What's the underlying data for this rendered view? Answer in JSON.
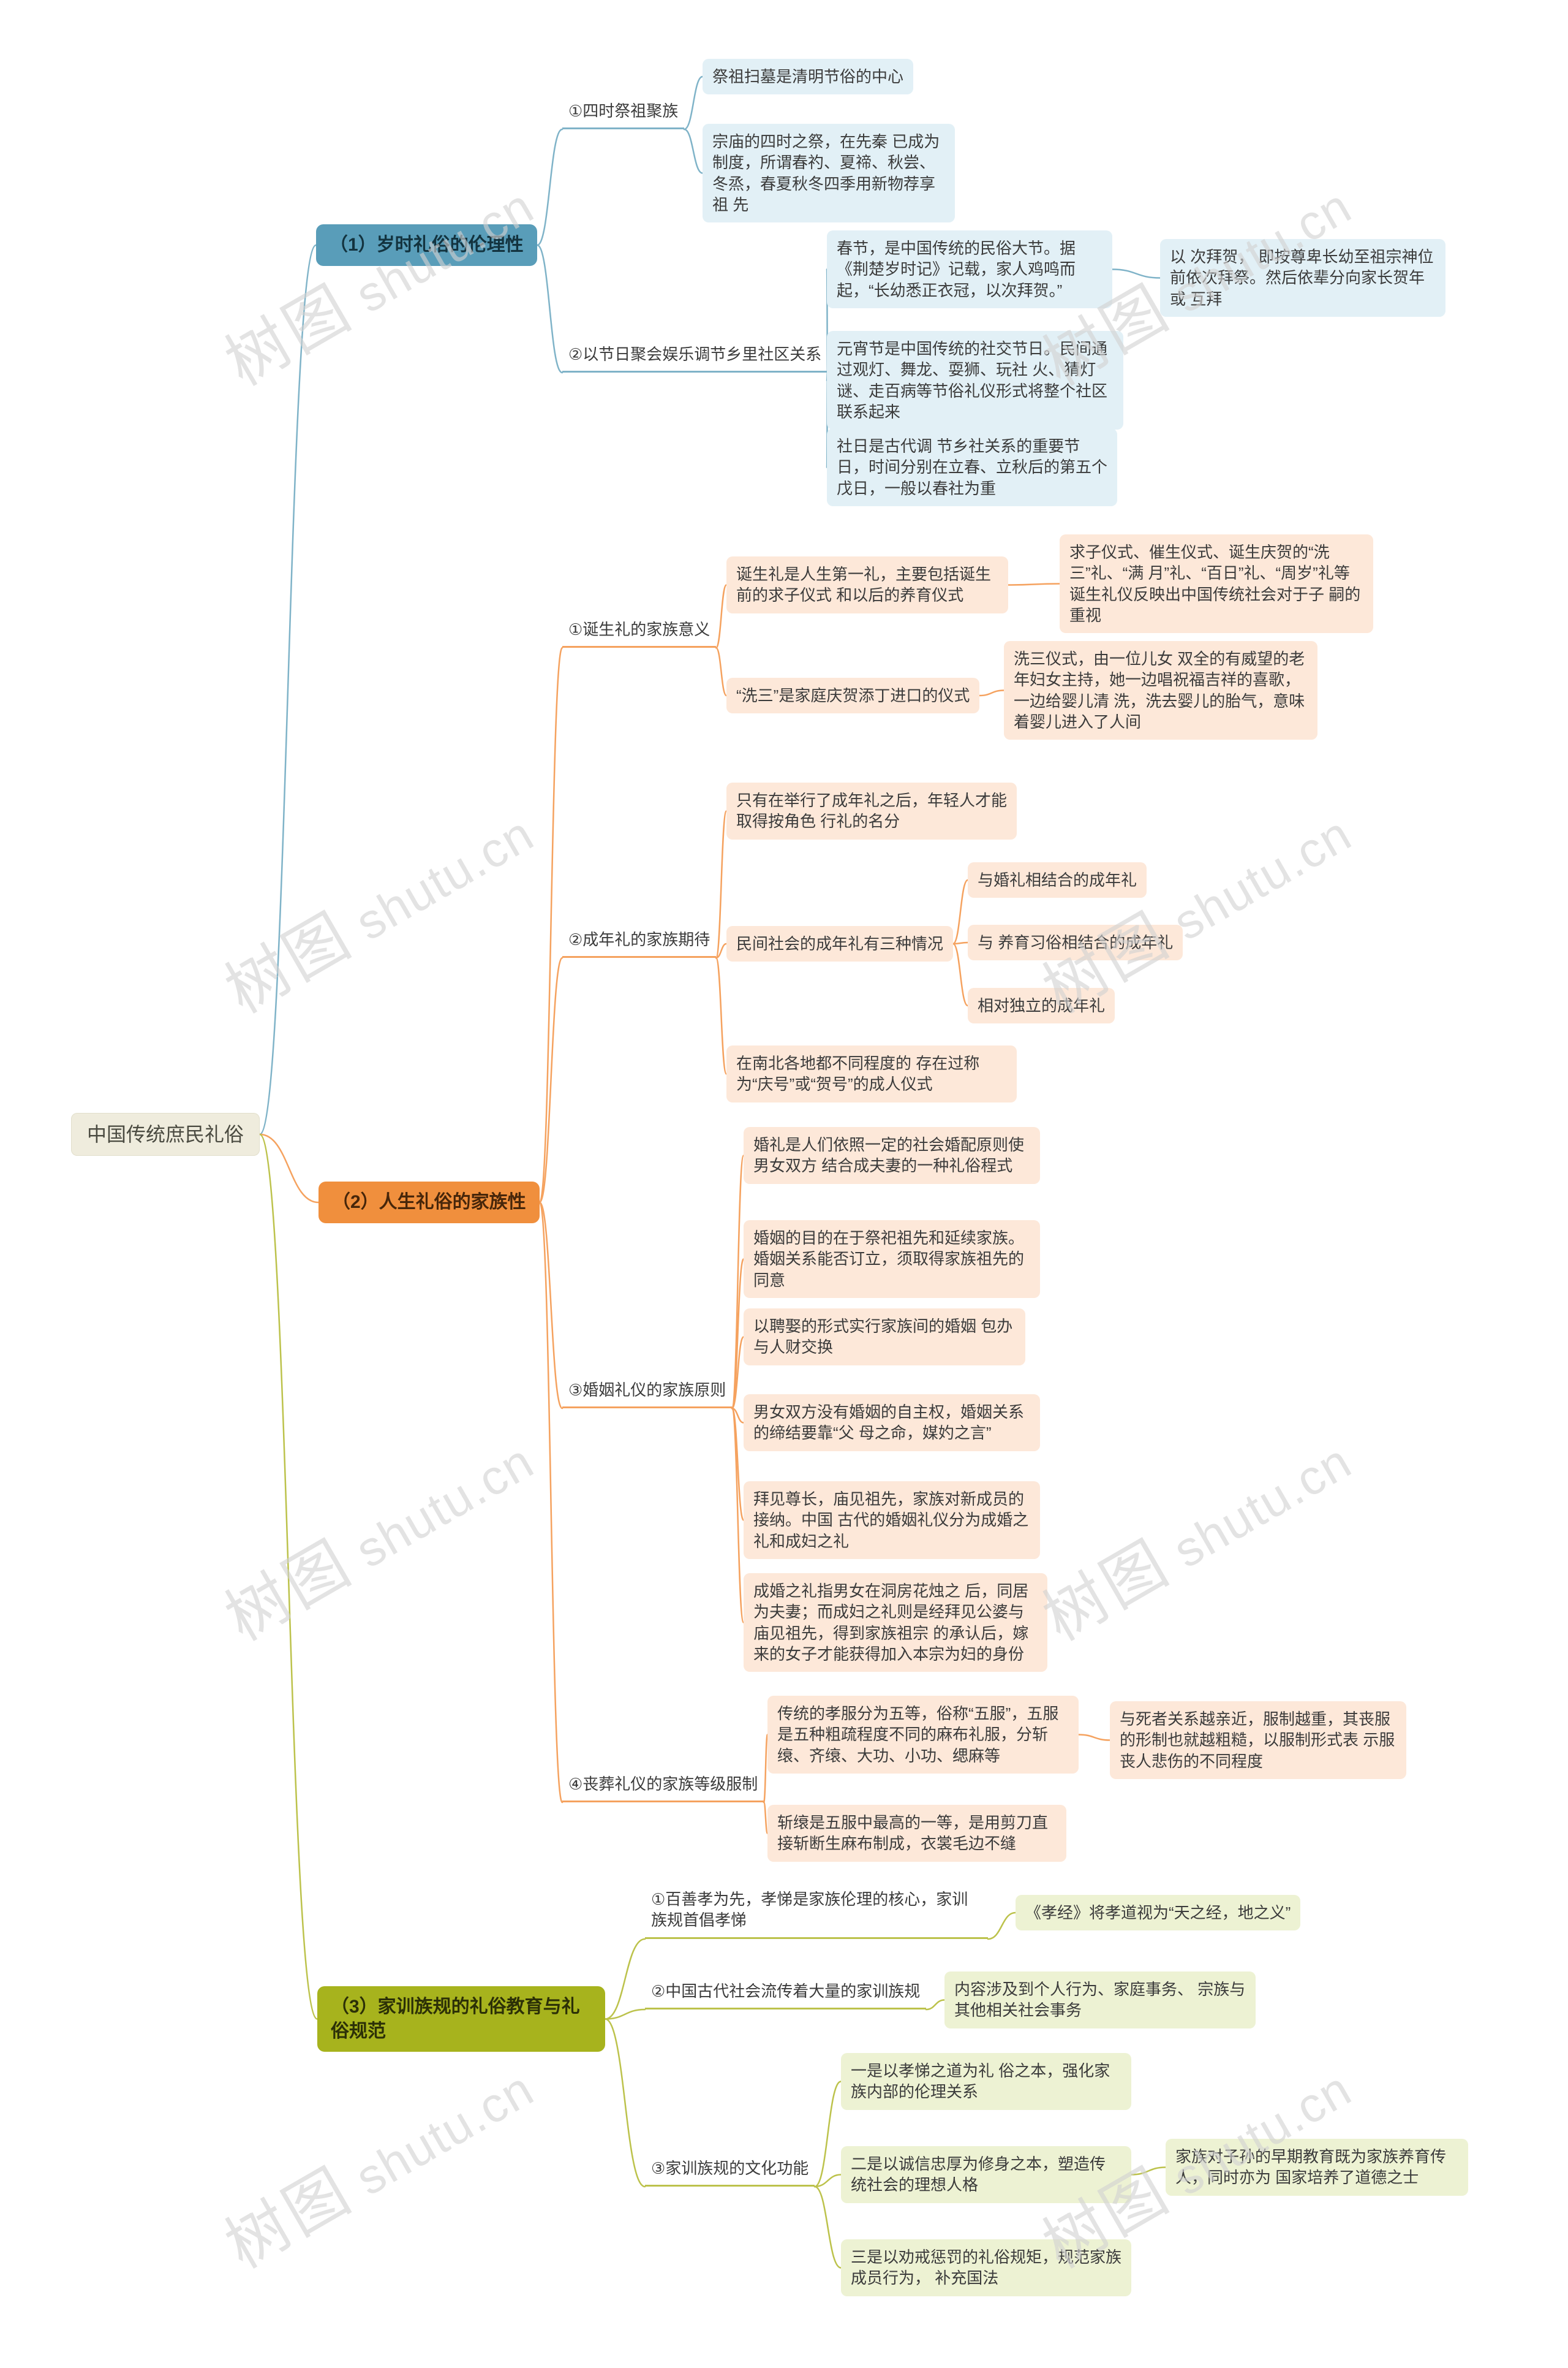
{
  "watermark": {
    "brand": "树图",
    "domain": "shutu.cn"
  },
  "colors": {
    "branch1": "#599db9",
    "branch1_light": "#e2f0f6",
    "branch1_line": "#7fb3c8",
    "branch2": "#f08f3d",
    "branch2_light": "#fde8d9",
    "branch2_line": "#f5a25f",
    "bran3_header": "#a7b31d",
    "branch3_light": "#edf2d3",
    "branch3_line": "#bcc24b",
    "root_bg": "#efecdd"
  },
  "nodes": {
    "root": "中国传统庶民礼俗",
    "B1": "（1）岁时礼俗的伦理性",
    "S1_1": "①四时祭祖聚族",
    "L1_1_1": "祭祖扫墓是清明节俗的中心",
    "L1_1_2": "宗庙的四时之祭，在先秦 已成为制度，所谓春礿、夏禘、秋尝、冬烝，春夏秋冬四季用新物荐享祖 先",
    "S1_2": "②以节日聚会娱乐调节乡里社区关系",
    "L1_2_1": "春节，是中国传统的民俗大节。据《荆楚岁时记》记载，家人鸡鸣而起，“长幼悉正衣冠，以次拜贺。”",
    "L1_2_1_1": "以 次拜贺， 即按尊卑长幼至祖宗神位前依次拜祭。然后依辈分向家长贺年或 互拜",
    "L1_2_2": "元宵节是中国传统的社交节日。民间通过观灯、舞龙、耍狮、玩社 火、猜灯谜、走百病等节俗礼仪形式将整个社区联系起来",
    "L1_2_3": "社日是古代调 节乡社关系的重要节日，时间分别在立春、立秋后的第五个戊日，一般以春社为重",
    "B2": "（2）人生礼俗的家族性",
    "S2_1": "①诞生礼的家族意义",
    "L2_1_1": "诞生礼是人生第一礼，主要包括诞生前的求子仪式 和以后的养育仪式",
    "L2_1_1_1": "求子仪式、催生仪式、诞生庆贺的“洗三”礼、“满 月”礼、“百日”礼、“周岁”礼等诞生礼仪反映出中国传统社会对于子 嗣的重视",
    "L2_1_2": "“洗三”是家庭庆贺添丁进口的仪式",
    "L2_1_2_1": "洗三仪式，由一位儿女 双全的有威望的老年妇女主持，她一边唱祝福吉祥的喜歌，一边给婴儿清 洗，洗去婴儿的胎气，意味着婴儿进入了人间",
    "S2_2": "②成年礼的家族期待",
    "L2_2_1": "只有在举行了成年礼之后，年轻人才能取得按角色 行礼的名分",
    "L2_2_2": "民间社会的成年礼有三种情况",
    "L2_2_2_1": "与婚礼相结合的成年礼",
    "L2_2_2_2": "与 养育习俗相结合的成年礼",
    "L2_2_2_3": "相对独立的成年礼",
    "L2_2_3": "在南北各地都不同程度的 存在过称为“庆号”或“贺号”的成人仪式",
    "S2_3": "③婚姻礼仪的家族原则",
    "L2_3_1": "婚礼是人们依照一定的社会婚配原则使男女双方 结合成夫妻的一种礼俗程式",
    "L2_3_2": "婚姻的目的在于祭祀祖先和延续家族。婚姻关系能否订立，须取得家族祖先的同意",
    "L2_3_3": "以聘娶的形式实行家族间的婚姻 包办与人财交换",
    "L2_3_4": "男女双方没有婚姻的自主权，婚姻关系的缔结要靠“父 母之命，媒妁之言”",
    "L2_3_5": "拜见尊长，庙见祖先，家族对新成员的接纳。中国 古代的婚姻礼仪分为成婚之礼和成妇之礼",
    "L2_3_6": "成婚之礼指男女在洞房花烛之 后，同居为夫妻；而成妇之礼则是经拜见公婆与庙见祖先，得到家族祖宗 的承认后，嫁来的女子才能获得加入本宗为妇的身份",
    "S2_4": "④丧葬礼仪的家族等级服制",
    "L2_4_1": "传统的孝服分为五等，俗称“五服”，五服是五种粗疏程度不同的麻布礼服，分斩缞、齐缞、大功、小功、缌麻等",
    "L2_4_1_1": "与死者关系越亲近，服制越重，其丧服的形制也就越粗糙，以服制形式表 示服丧人悲伤的不同程度",
    "L2_4_2": "斩缞是五服中最高的一等，是用剪刀直接斩断生麻布制成，衣裳毛边不缝",
    "B3": "（3）家训族规的礼俗教育与礼俗规范",
    "S3_1": "①百善孝为先，孝悌是家族伦理的核心，家训族规首倡孝悌",
    "L3_1_1": "《孝经》将孝道视为“天之经，地之义”",
    "S3_2": "②中国古代社会流传着大量的家训族规",
    "L3_2_1": "内容涉及到个人行为、家庭事务、 宗族与其他相关社会事务",
    "S3_3": "③家训族规的文化功能",
    "L3_3_1": "一是以孝悌之道为礼 俗之本，强化家族内部的伦理关系",
    "L3_3_2": "二是以诚信忠厚为修身之本，塑造传 统社会的理想人格",
    "L3_3_2_1": "家族对子孙的早期教育既为家族养育传人，同时亦为 国家培养了道德之士",
    "L3_3_3": "三是以劝戒惩罚的礼俗规矩，规范家族成员行为， 补充国法"
  }
}
